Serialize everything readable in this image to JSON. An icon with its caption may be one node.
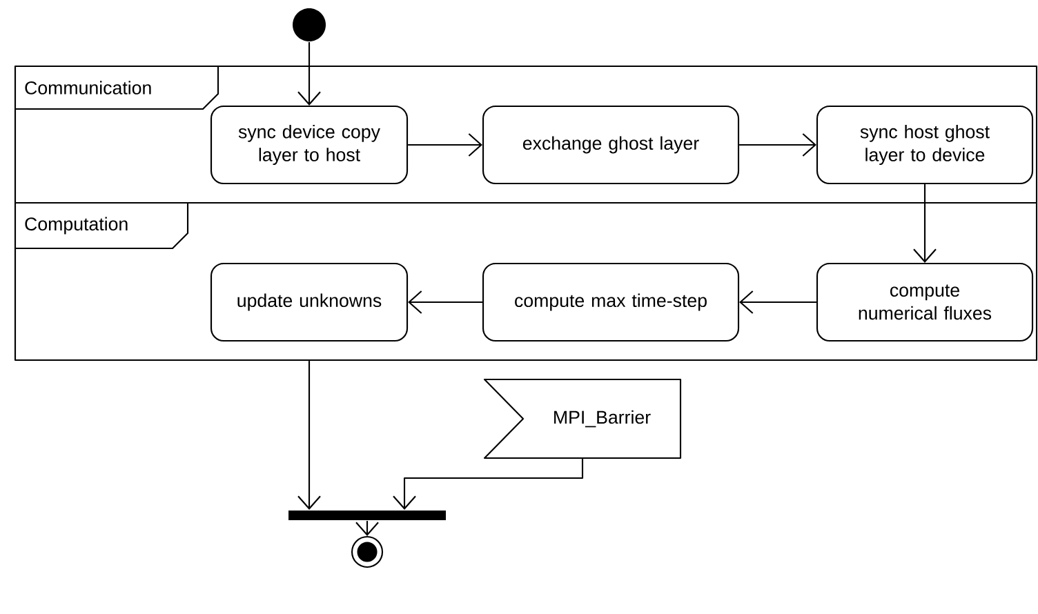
{
  "diagram": {
    "nodes": [
      {
        "text": [],
        "shape": "circle"
      },
      {
        "text": [
          "Communication"
        ]
      },
      {
        "text": [
          "sync device copy layer to host"
        ],
        "in": 1
      },
      {
        "text": [
          "exchange ghost layer"
        ],
        "in": 1
      },
      {
        "text": [
          "sync host ghost layer to device"
        ],
        "in": 1
      },
      {
        "text": [
          "Computation"
        ]
      },
      {
        "text": [
          "update unknowns"
        ],
        "in": 5
      },
      {
        "text": [
          "compute max time-step"
        ],
        "in": 5
      },
      {
        "text": [
          "compute numerical fluxes"
        ],
        "in": 5
      },
      {
        "text": [
          "MPI_Barrier"
        ]
      },
      {
        "text": [],
        "shape": "bar"
      },
      {
        "text": [],
        "shape": "circle"
      }
    ],
    "edges": [
      {
        "from": 0,
        "to": 2,
        "arrow": "to"
      },
      {
        "from": 2,
        "to": 3,
        "arrow": "to"
      },
      {
        "from": 3,
        "to": 4,
        "arrow": "to"
      },
      {
        "from": 4,
        "to": 8,
        "arrow": "to"
      },
      {
        "from": 8,
        "to": 7,
        "arrow": "to"
      },
      {
        "from": 7,
        "to": 6,
        "arrow": "to"
      },
      {
        "from": 5,
        "to": 10,
        "arrow": "to"
      },
      {
        "from": 9,
        "to": 10,
        "arrow": "to"
      },
      {
        "from": 10,
        "to": 11,
        "arrow": "to"
      }
    ]
  }
}
